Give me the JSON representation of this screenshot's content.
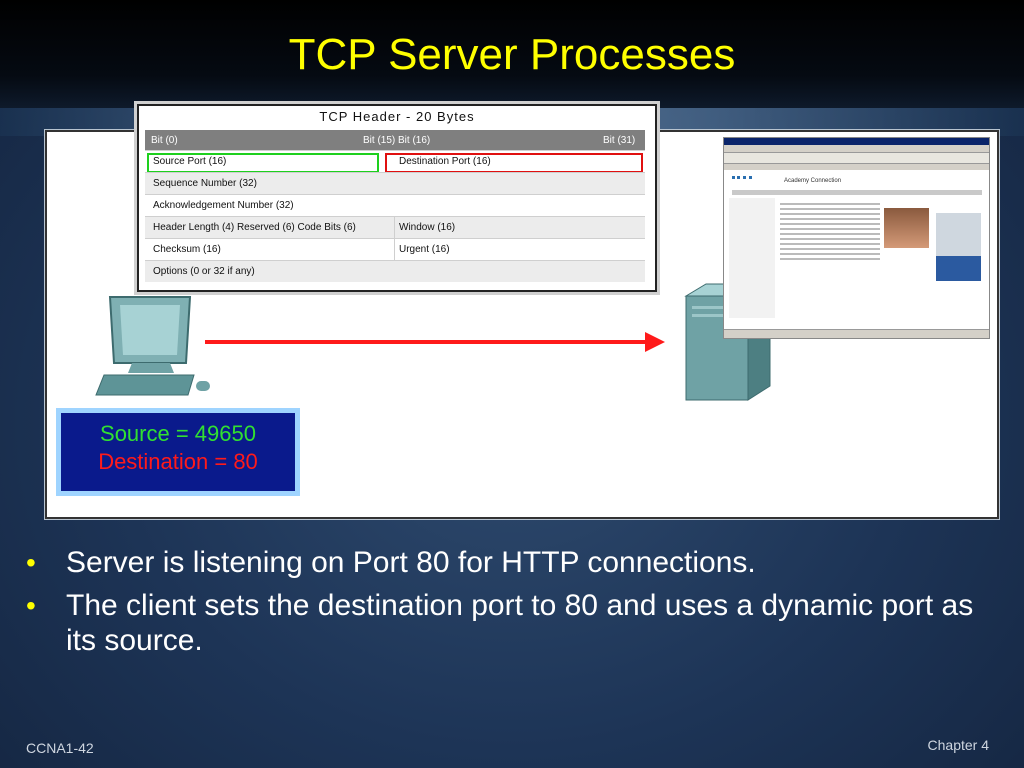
{
  "slide": {
    "title": "TCP Server Processes",
    "footer_left": "CCNA1-42",
    "footer_right": "Chapter 4"
  },
  "tcp_header": {
    "title": "TCP Header - 20 Bytes",
    "head": {
      "bit0": "Bit (0)",
      "bit15": "Bit (15)",
      "bit16": "Bit (16)",
      "bit31": "Bit (31)"
    },
    "rows": [
      {
        "left": "Source Port (16)",
        "right": "Destination Port (16)"
      },
      {
        "left": "Sequence Number (32)",
        "right": ""
      },
      {
        "left": "Acknowledgement Number (32)",
        "right": ""
      },
      {
        "left": "Header Length (4) Reserved (6) Code Bits (6)",
        "right": "Window (16)"
      },
      {
        "left": "Checksum (16)",
        "right": "Urgent (16)"
      },
      {
        "left": "Options (0 or 32 if any)",
        "right": ""
      }
    ]
  },
  "ports": {
    "source": "Source = 49650",
    "destination": "Destination = 80"
  },
  "browser": {
    "page_title": "Academy Connection"
  },
  "bullets": [
    "Server is listening on Port 80 for HTTP connections.",
    "The client sets the destination port to 80 and uses a dynamic port as its source."
  ],
  "colors": {
    "title": "#ffff00",
    "source": "#31e031",
    "destination": "#ff1a1a",
    "arrow": "#ff1a1a"
  }
}
